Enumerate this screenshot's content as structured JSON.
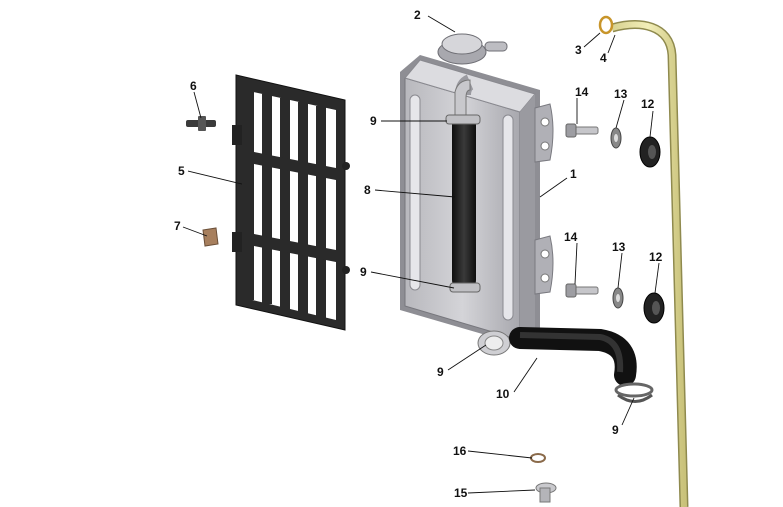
{
  "diagram": {
    "type": "exploded-parts-view",
    "callouts": [
      {
        "id": "c1",
        "label": "1"
      },
      {
        "id": "c2",
        "label": "2"
      },
      {
        "id": "c3",
        "label": "3"
      },
      {
        "id": "c4",
        "label": "4"
      },
      {
        "id": "c5",
        "label": "5"
      },
      {
        "id": "c6",
        "label": "6"
      },
      {
        "id": "c7",
        "label": "7"
      },
      {
        "id": "c8",
        "label": "8"
      },
      {
        "id": "c9a",
        "label": "9"
      },
      {
        "id": "c9b",
        "label": "9"
      },
      {
        "id": "c9c",
        "label": "9"
      },
      {
        "id": "c9d",
        "label": "9"
      },
      {
        "id": "c10",
        "label": "10"
      },
      {
        "id": "c12a",
        "label": "12"
      },
      {
        "id": "c12b",
        "label": "12"
      },
      {
        "id": "c13a",
        "label": "13"
      },
      {
        "id": "c13b",
        "label": "13"
      },
      {
        "id": "c14a",
        "label": "14"
      },
      {
        "id": "c14b",
        "label": "14"
      },
      {
        "id": "c15",
        "label": "15"
      },
      {
        "id": "c16",
        "label": "16"
      }
    ],
    "colors": {
      "radiator": "#c4c4c8",
      "radiator_dark": "#8a8a90",
      "hose": "#1a1a1a",
      "grille": "#222222",
      "overflow_tube": "#e8e3a0",
      "bracket": "#b89070"
    }
  }
}
